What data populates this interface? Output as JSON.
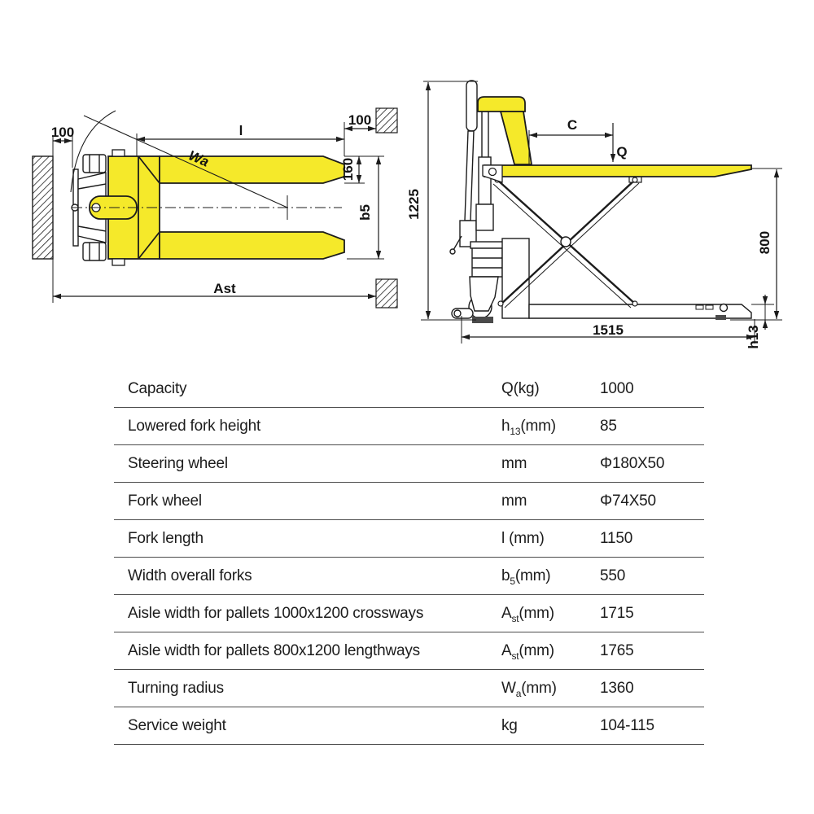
{
  "colors": {
    "accent_yellow": "#F5E92A",
    "diagram_line": "#1c1c1c",
    "table_line": "#4c4c4c",
    "text": "#1b1b1b"
  },
  "diagrams": {
    "top_view": {
      "clearance_left": "100",
      "fork_length_label": "l",
      "clearance_right": "100",
      "turning_radius_label": "Wa",
      "fork_width": "160",
      "width_overall_label": "b5",
      "aisle_width_label": "Ast"
    },
    "side_view": {
      "overall_height": "1225",
      "load_center_label": "C",
      "load_label": "Q",
      "lift_height": "800",
      "overall_length": "1515",
      "lowered_height_label": "h13"
    }
  },
  "table": {
    "rows": [
      {
        "label": "Capacity",
        "sym": "Q",
        "sub": "",
        "unit": "(kg)",
        "value": "1000"
      },
      {
        "label": "Lowered fork height",
        "sym": "h",
        "sub": "13",
        "unit": "(mm)",
        "value": "85"
      },
      {
        "label": "Steering wheel",
        "sym": "mm",
        "sub": "",
        "unit": "",
        "value": "Φ180X50"
      },
      {
        "label": "Fork wheel",
        "sym": "mm",
        "sub": "",
        "unit": "",
        "value": "Φ74X50"
      },
      {
        "label": "Fork length",
        "sym": "l",
        "sub": "",
        "unit": " (mm)",
        "value": "1150"
      },
      {
        "label": "Width overall forks",
        "sym": "b",
        "sub": "5",
        "unit": "(mm)",
        "value": "550"
      },
      {
        "label": "Aisle width for pallets 1000x1200 crossways",
        "sym": "A",
        "sub": "st",
        "unit": "(mm)",
        "value": "1715"
      },
      {
        "label": "Aisle width for pallets 800x1200 lengthways",
        "sym": "A",
        "sub": "st",
        "unit": "(mm)",
        "value": "1765"
      },
      {
        "label": "Turning radius",
        "sym": "W",
        "sub": "a",
        "unit": "(mm)",
        "value": "1360"
      },
      {
        "label": "Service weight",
        "sym": "kg",
        "sub": "",
        "unit": "",
        "value": "104-115"
      }
    ]
  }
}
